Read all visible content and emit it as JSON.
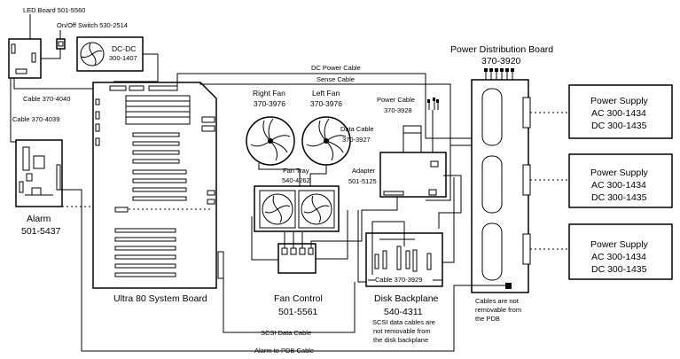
{
  "labels": {
    "led_board": "LED Board 501-5560",
    "onoff_switch": "On/Off Switch 530-2514",
    "dcdc_name": "DC-DC",
    "dcdc_part": "300-1407",
    "cable_4040": "Cable 370-4040",
    "cable_4039": "Cable 370-4039",
    "alarm_name": "Alarm",
    "alarm_part": "501-5437",
    "system_board": "Ultra 80 System Board",
    "dc_power_cable": "DC Power Cable",
    "sense_cable": "Sense Cable",
    "right_fan_name": "Right Fan",
    "right_fan_part": "370-3976",
    "left_fan_name": "Left Fan",
    "left_fan_part": "370-3976",
    "fan_tray_name": "Fan Tray",
    "fan_tray_part": "540-4262",
    "power_cable_name": "Power Cable",
    "power_cable_part": "370-3928",
    "data_cable_name": "Data Cable",
    "data_cable_part": "370-3927",
    "adapter_name": "Adapter",
    "adapter_part": "501-5125",
    "pdb_name": "Power Distribution Board",
    "pdb_part": "370-3920",
    "fan_control_name": "Fan Control",
    "fan_control_part": "501-5561",
    "disk_backplane_name": "Disk  Backplane",
    "disk_backplane_part": "540-4311",
    "cable_3929": "Cable 370-3929",
    "scsi_note_1": "SCSI data cables are",
    "scsi_note_2": "not removable from",
    "scsi_note_3": "the disk backplane",
    "pdb_note_1": "Cables are not",
    "pdb_note_2": "removable from",
    "pdb_note_3": "the PDB",
    "scsi_data_cable": "SCSI Data Cable",
    "alarm_pdb_cable": "Alarm to PDB Cable"
  },
  "power_supplies": [
    {
      "name": "Power Supply",
      "ac": "AC 300-1434",
      "dc": "DC 300-1435"
    },
    {
      "name": "Power Supply",
      "ac": "AC 300-1434",
      "dc": "DC 300-1435"
    },
    {
      "name": "Power Supply",
      "ac": "AC 300-1434",
      "dc": "DC 300-1435"
    }
  ]
}
